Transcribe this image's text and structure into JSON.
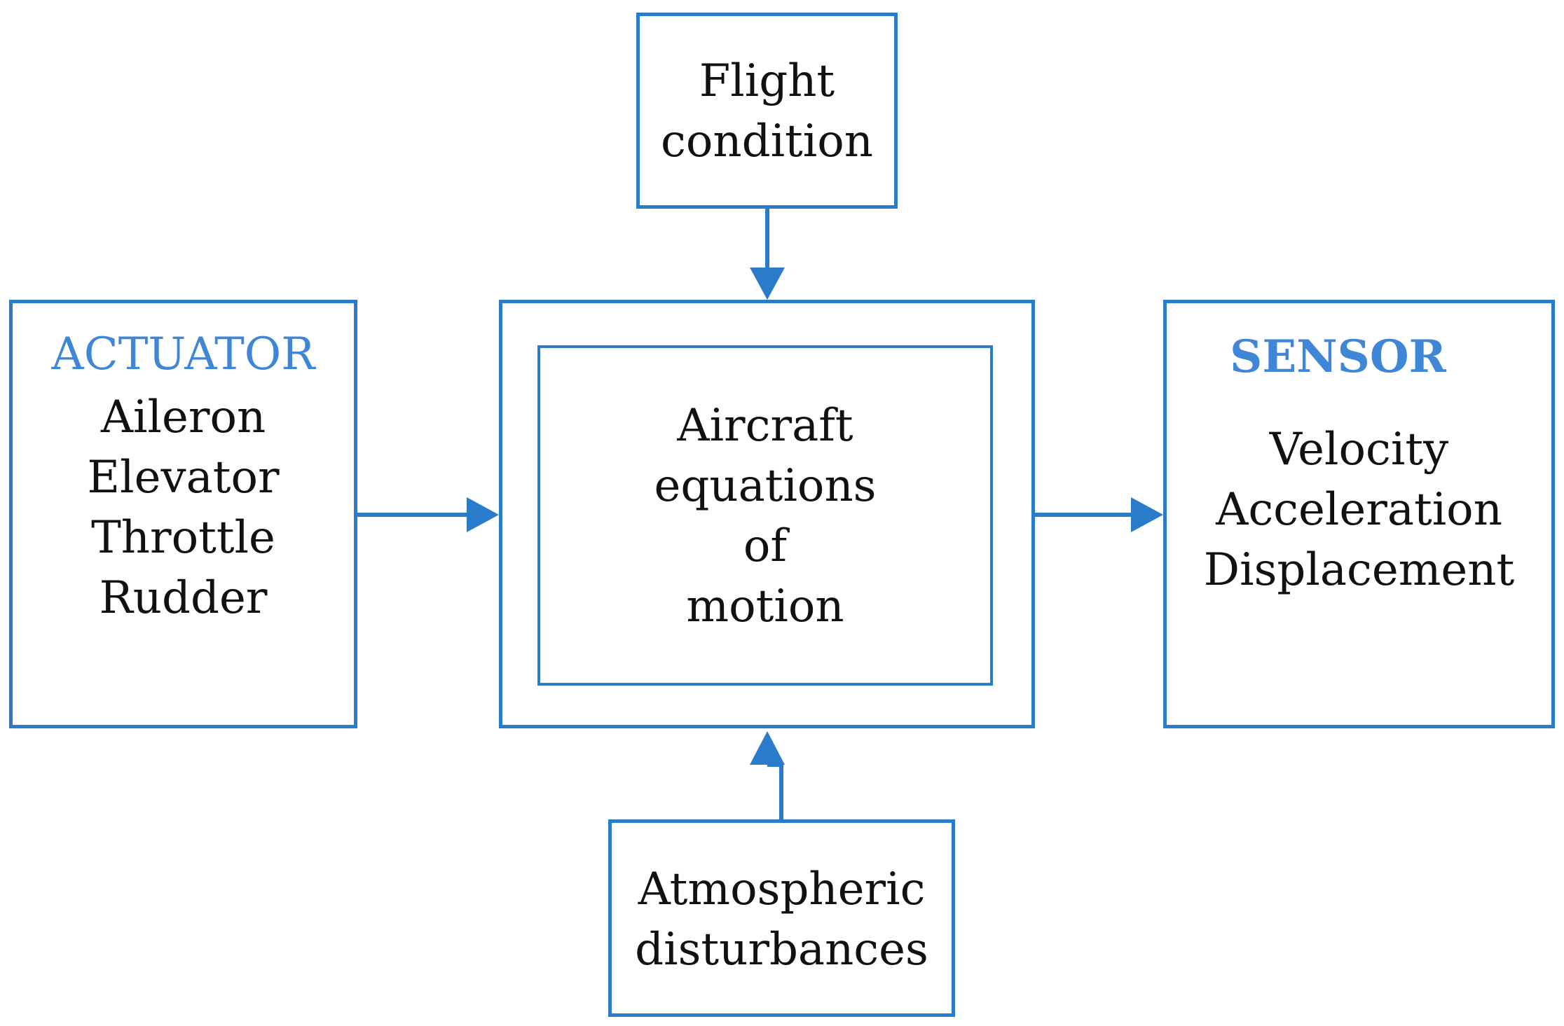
{
  "flight_condition": {
    "lines": [
      "Flight",
      "condition"
    ]
  },
  "actuator": {
    "title": "ACTUATOR",
    "items": [
      "Aileron",
      "Elevator",
      "Throttle",
      "Rudder"
    ]
  },
  "aircraft_model": {
    "lines": [
      "Aircraft",
      "equations",
      "of",
      "motion"
    ]
  },
  "sensor": {
    "title": "SENSOR",
    "items": [
      "Velocity",
      "Acceleration",
      "Displacement"
    ]
  },
  "disturbances": {
    "lines": [
      "Atmospheric",
      "disturbances"
    ]
  },
  "colors": {
    "box_border": "#2a7ccb",
    "arrow": "#2a7ccb",
    "heading": "#3f86d6",
    "text": "#111111"
  }
}
